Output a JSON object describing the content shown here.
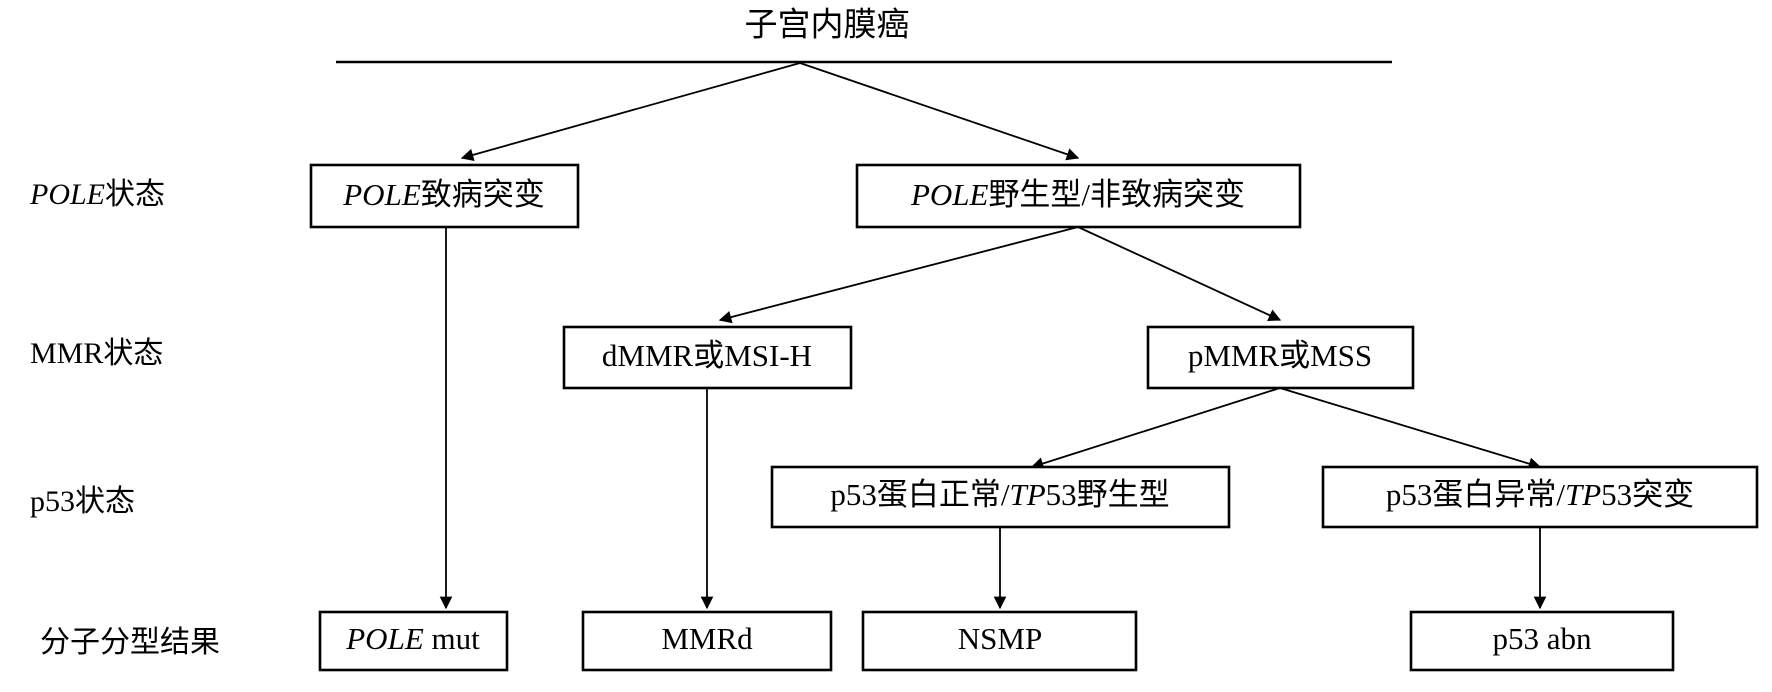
{
  "diagram": {
    "title": "子宫内膜癌",
    "type": "flowchart",
    "orientation": "top-down",
    "row_labels": [
      {
        "id": "row-pole",
        "prefix_italic": "POLE",
        "suffix": "状态",
        "full": "POLE状态"
      },
      {
        "id": "row-mmr",
        "prefix_italic": "",
        "suffix": "MMR状态",
        "full": "MMR状态"
      },
      {
        "id": "row-p53",
        "prefix_italic": "",
        "suffix": "p53状态",
        "full": "p53状态"
      },
      {
        "id": "row-result",
        "prefix_italic": "",
        "suffix": "分子分型结果",
        "full": "分子分型结果"
      }
    ],
    "nodes": [
      {
        "id": "pole-path",
        "row": "row-pole",
        "italic": "POLE",
        "rest": "致病突变",
        "full": "POLE致病突变"
      },
      {
        "id": "pole-wt",
        "row": "row-pole",
        "italic": "POLE",
        "rest": "野生型/非致病突变",
        "full": "POLE野生型/非致病突变"
      },
      {
        "id": "dmmr",
        "row": "row-mmr",
        "italic": "",
        "rest": "dMMR或MSI-H",
        "full": "dMMR或MSI-H"
      },
      {
        "id": "pmmr",
        "row": "row-mmr",
        "italic": "",
        "rest": "pMMR或MSS",
        "full": "pMMR或MSS"
      },
      {
        "id": "p53-normal",
        "row": "row-p53",
        "pre": "p53蛋白正常/",
        "italic": "TP",
        "post": "53野生型",
        "full": "p53蛋白正常/TP53野生型"
      },
      {
        "id": "p53-abnormal",
        "row": "row-p53",
        "pre": "p53蛋白异常/",
        "italic": "TP",
        "post": "53突变",
        "full": "p53蛋白异常/TP53突变"
      },
      {
        "id": "result-pole-mut",
        "row": "row-result",
        "italic": "POLE",
        "rest": " mut",
        "full": "POLE mut"
      },
      {
        "id": "result-mmrd",
        "row": "row-result",
        "italic": "",
        "rest": "MMRd",
        "full": "MMRd"
      },
      {
        "id": "result-nsmp",
        "row": "row-result",
        "italic": "",
        "rest": "NSMP",
        "full": "NSMP"
      },
      {
        "id": "result-p53abn",
        "row": "row-result",
        "italic": "",
        "rest": "p53 abn",
        "full": "p53 abn"
      }
    ],
    "edges": [
      {
        "from": "title",
        "to": "pole-path"
      },
      {
        "from": "title",
        "to": "pole-wt"
      },
      {
        "from": "pole-wt",
        "to": "dmmr"
      },
      {
        "from": "pole-wt",
        "to": "pmmr"
      },
      {
        "from": "pmmr",
        "to": "p53-normal"
      },
      {
        "from": "pmmr",
        "to": "p53-abnormal"
      },
      {
        "from": "pole-path",
        "to": "result-pole-mut"
      },
      {
        "from": "dmmr",
        "to": "result-mmrd"
      },
      {
        "from": "p53-normal",
        "to": "result-nsmp"
      },
      {
        "from": "p53-abnormal",
        "to": "result-p53abn"
      }
    ],
    "colors": {
      "background": "#ffffff",
      "stroke": "#000000",
      "text": "#000000"
    }
  }
}
